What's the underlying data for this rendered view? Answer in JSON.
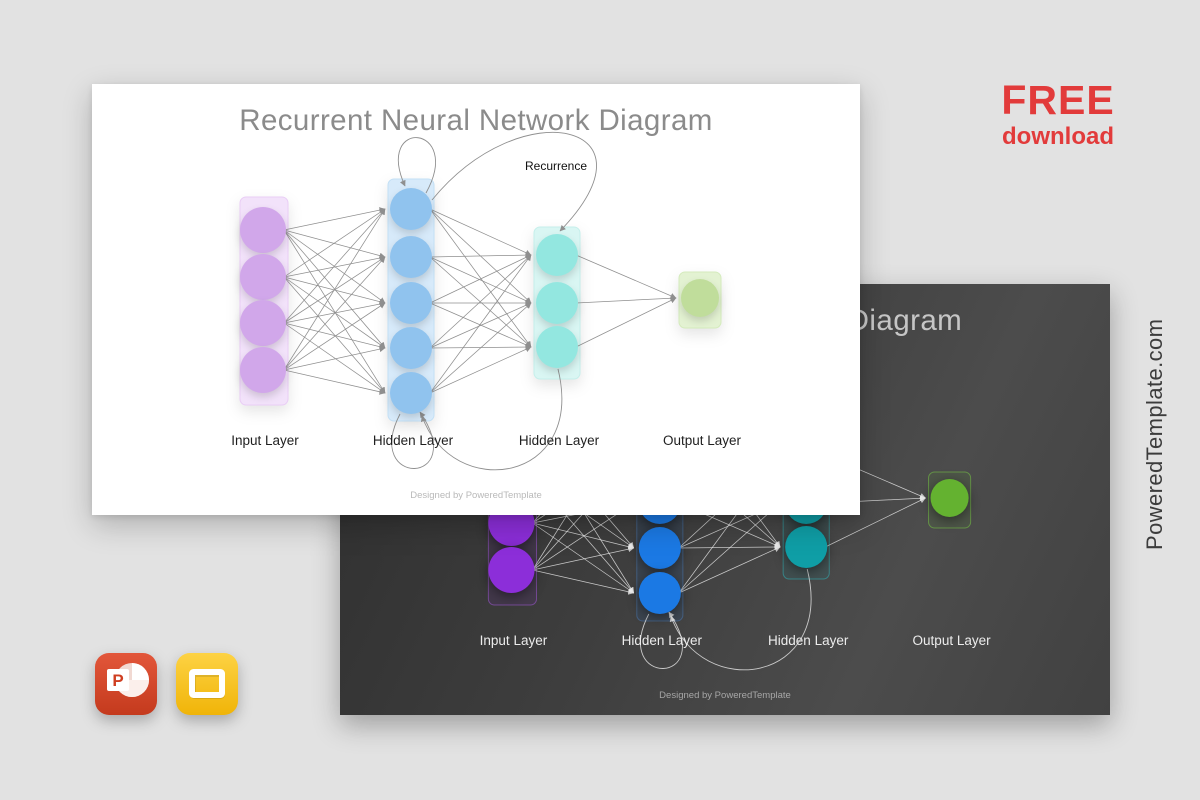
{
  "promo": {
    "line1": "FREE",
    "line2": "download"
  },
  "brand": "PoweredTemplate.com",
  "slide": {
    "title": "Recurrent Neural Network Diagram",
    "recurrence_label": "Recurrence",
    "credit": "Designed by PoweredTemplate",
    "layer_labels": [
      "Input Layer",
      "Hidden Layer",
      "Hidden Layer",
      "Output Layer"
    ],
    "layer_node_counts": [
      4,
      5,
      3,
      1
    ]
  },
  "icons": {
    "powerpoint_letter": "P"
  },
  "colors": {
    "background": "#e2e2e2",
    "promo_red": "#e23b3b",
    "light": {
      "edge": "#8f8f8f",
      "title": "#8b8b8b",
      "label": "#1f1f1f",
      "credit": "#b9b9b9",
      "recurrence": "#111111",
      "layers": {
        "input": {
          "node": "#d1a7ea",
          "box": "#f2e2fa",
          "boxStroke": "#e9cdf5"
        },
        "hidden1": {
          "node": "#90c3ee",
          "box": "#d7eafa",
          "boxStroke": "#c3e0f5"
        },
        "hidden2": {
          "node": "#93e7e0",
          "box": "#d9f6f3",
          "boxStroke": "#c5efeb"
        },
        "output": {
          "node": "#c0dd9b",
          "box": "#e3f2d2",
          "boxStroke": "#d4ebbc"
        }
      }
    },
    "dark": {
      "edge": "rgba(240,240,240,0.78)",
      "title": "#c6c6c6",
      "label": "#ececec",
      "credit": "#a6a6a6",
      "recurrence": "#eeeeee",
      "layers": {
        "input": {
          "node": "#8c2ed9",
          "box": "rgba(130,50,200,0.12)",
          "boxStroke": "rgba(170,90,230,0.50)"
        },
        "hidden1": {
          "node": "#1b79e4",
          "box": "rgba(30,120,228,0.10)",
          "boxStroke": "rgba(80,150,235,0.35)"
        },
        "hidden2": {
          "node": "#0f9ea6",
          "box": "rgba(16,160,168,0.10)",
          "boxStroke": "rgba(45,190,195,0.50)"
        },
        "output": {
          "node": "#64b230",
          "box": "rgba(100,180,50,0.10)",
          "boxStroke": "rgba(120,200,70,0.55)"
        }
      }
    }
  }
}
